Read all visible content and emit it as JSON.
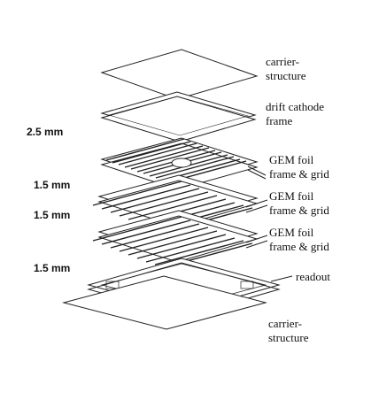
{
  "diagram": {
    "labels": [
      {
        "id": "top-carrier",
        "line1": "carrier-",
        "line2": "structure"
      },
      {
        "id": "drift-cathode",
        "line1": "drift cathode",
        "line2": "frame"
      },
      {
        "id": "gem1",
        "line1": "GEM foil",
        "line2": "frame & grid"
      },
      {
        "id": "gem2",
        "line1": "GEM foil",
        "line2": "frame & grid"
      },
      {
        "id": "gem3",
        "line1": "GEM foil",
        "line2": "frame & grid"
      },
      {
        "id": "readout",
        "line1": "readout",
        "line2": ""
      },
      {
        "id": "bottom-carrier",
        "line1": "carrier-",
        "line2": "structure"
      }
    ],
    "dimensions": [
      {
        "id": "gap1",
        "text": "2.5 mm"
      },
      {
        "id": "gap2",
        "text": "1.5  mm"
      },
      {
        "id": "gap3",
        "text": "1.5 mm"
      },
      {
        "id": "gap4",
        "text": "1.5 mm"
      }
    ]
  }
}
